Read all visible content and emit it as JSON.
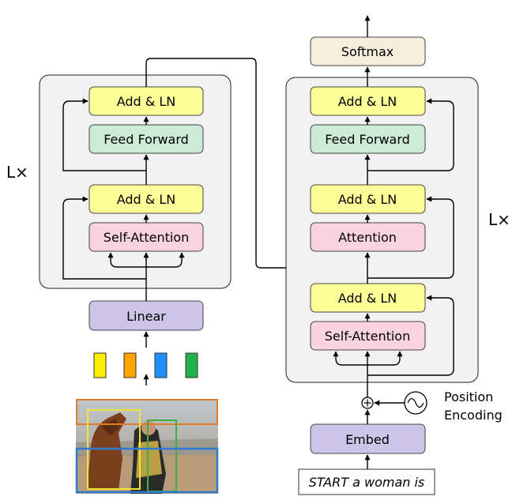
{
  "encoder": {
    "repeat_label": "L×",
    "add_ln_top": "Add & LN",
    "feed_forward": "Feed Forward",
    "add_ln_bottom": "Add & LN",
    "self_attention": "Self-Attention",
    "linear": "Linear"
  },
  "decoder": {
    "repeat_label": "L×",
    "softmax": "Softmax",
    "add_ln_top": "Add & LN",
    "feed_forward": "Feed Forward",
    "add_ln_mid": "Add & LN",
    "attention": "Attention",
    "add_ln_bottom": "Add & LN",
    "self_attention": "Self-Attention",
    "embed": "Embed",
    "position_encoding_line1": "Position",
    "position_encoding_line2": "Encoding",
    "input_text": "START a woman is"
  },
  "feature_colors": [
    "#FFEE00",
    "#FFA500",
    "#1E90FF",
    "#22B14C"
  ],
  "colors": {
    "add_ln": "#FFFF99",
    "feed_forward": "#CCEBD6",
    "attention": "#F9D3E0",
    "linear_embed": "#CCC5E8",
    "softmax": "#F6EEDD",
    "panel": "#F2F2F2"
  }
}
